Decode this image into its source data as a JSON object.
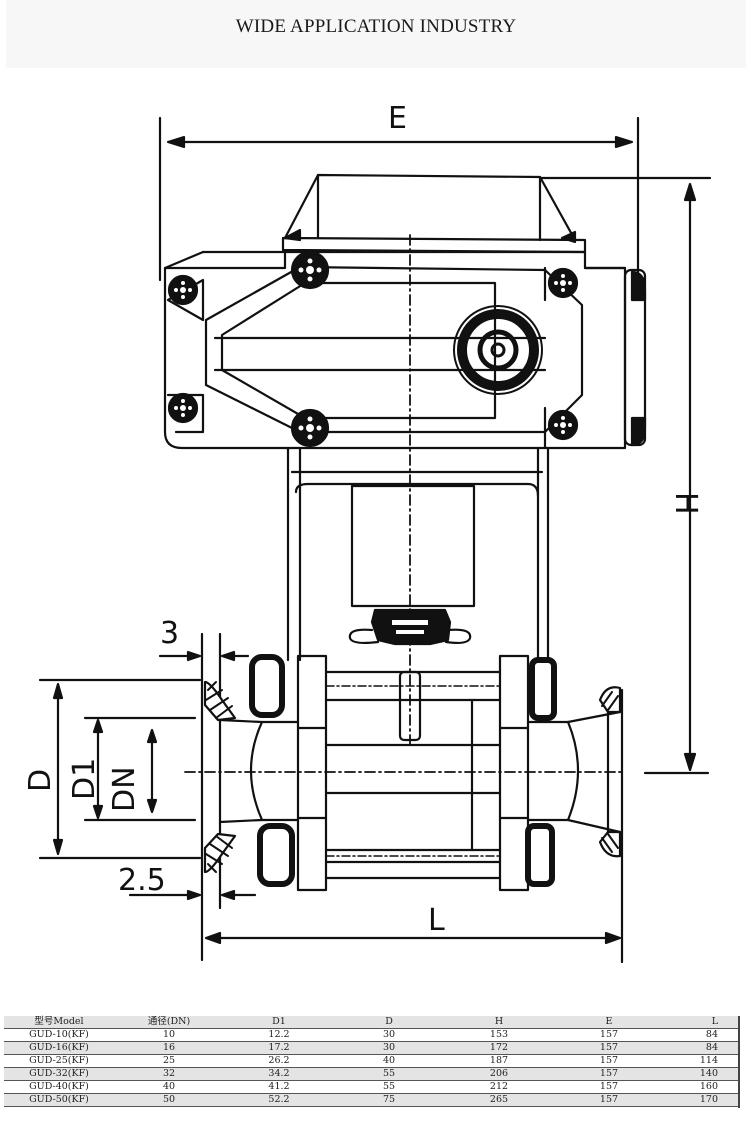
{
  "banner": {
    "title": "WIDE APPLICATION INDUSTRY"
  },
  "drawing": {
    "dimension_labels": {
      "E": "E",
      "H": "H",
      "L": "L",
      "D": "D",
      "D1": "D1",
      "DN": "DN",
      "gap_top": "3",
      "gap_bottom": "2.5"
    },
    "line_color": "#111111"
  },
  "table": {
    "headers": [
      "型号Model",
      "通径(DN)",
      "D1",
      "D",
      "H",
      "E",
      "L"
    ],
    "rows": [
      [
        "GUD-10(KF)",
        "10",
        "12.2",
        "30",
        "153",
        "157",
        "84"
      ],
      [
        "GUD-16(KF)",
        "16",
        "17.2",
        "30",
        "172",
        "157",
        "84"
      ],
      [
        "GUD-25(KF)",
        "25",
        "26.2",
        "40",
        "187",
        "157",
        "114"
      ],
      [
        "GUD-32(KF)",
        "32",
        "34.2",
        "55",
        "206",
        "157",
        "140"
      ],
      [
        "GUD-40(KF)",
        "40",
        "41.2",
        "55",
        "212",
        "157",
        "160"
      ],
      [
        "GUD-50(KF)",
        "50",
        "52.2",
        "75",
        "265",
        "157",
        "170"
      ]
    ],
    "row_shade_color": "#e4e4e4"
  }
}
